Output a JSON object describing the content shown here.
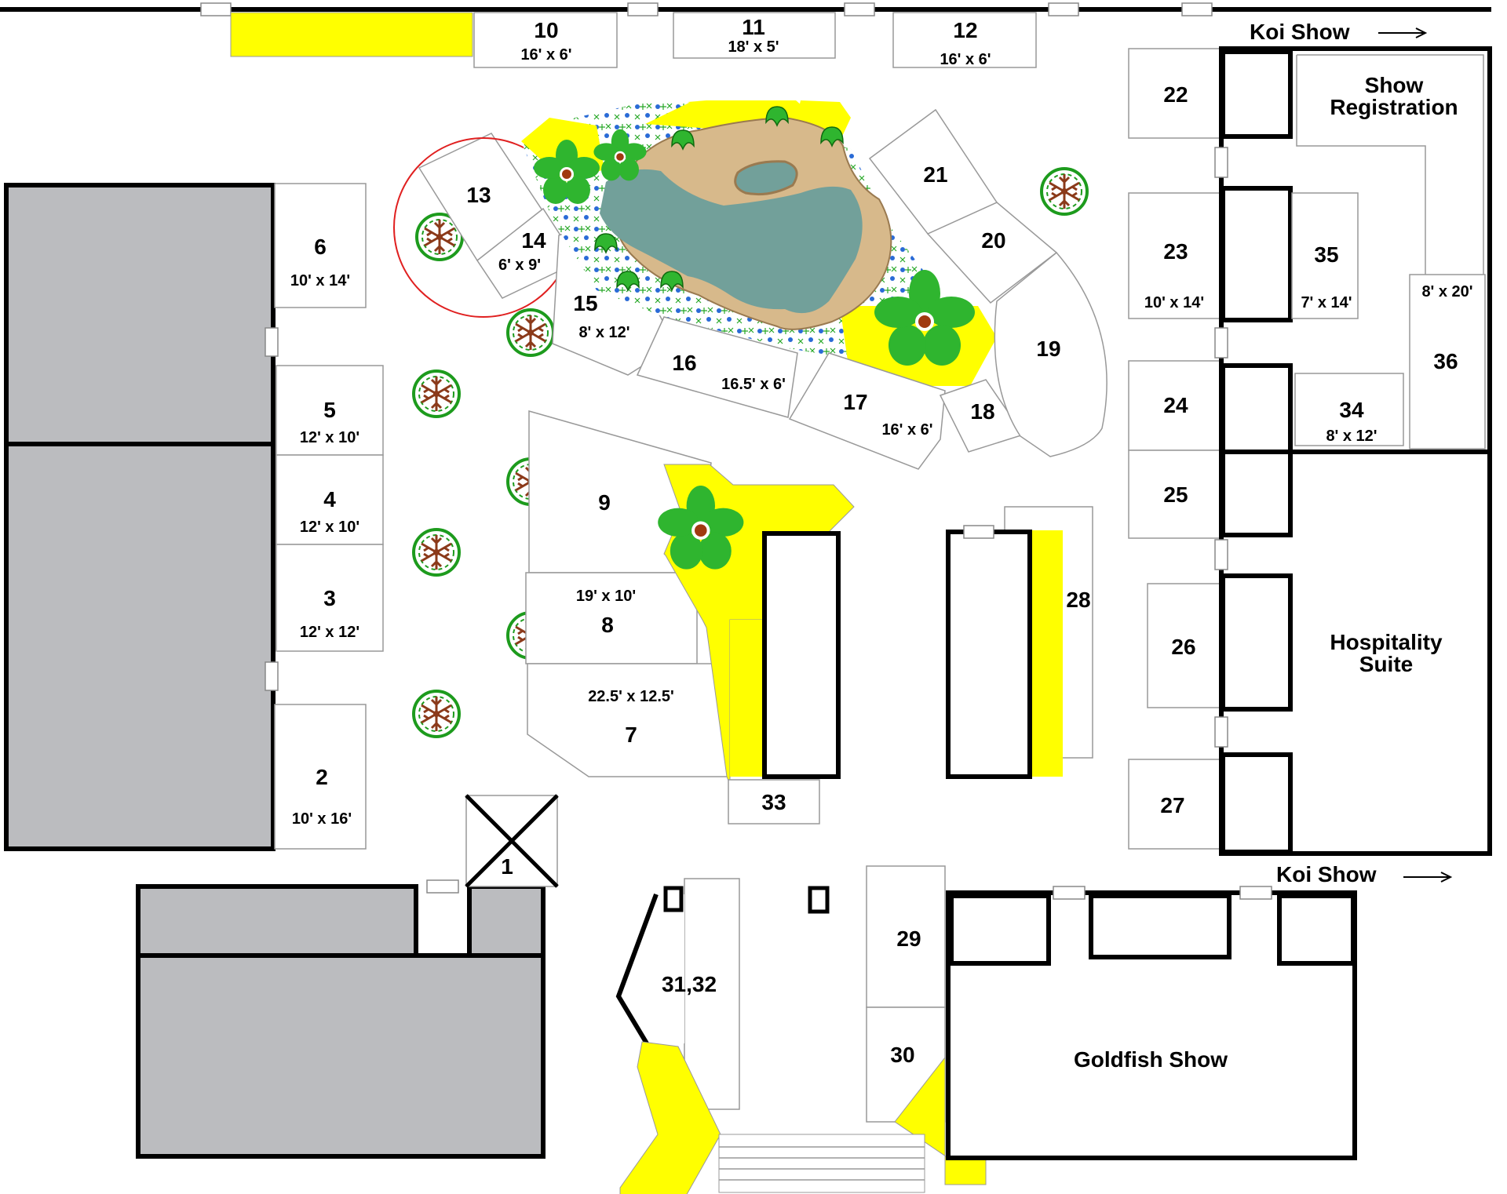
{
  "colors": {
    "building_gray": "#bbbcbf",
    "yellow": "#ffff00",
    "pond_water": "#72a09a",
    "pond_rock": "#d7b98b",
    "plant_green": "#2fb52f",
    "tree_outline": "#1d9b1d",
    "tree_trunk": "#8b3a1a",
    "red_circle": "#e02020"
  },
  "icons": {
    "tree": "tree-icon",
    "palm": "palm-icon",
    "arrow": "right-arrow-icon",
    "stairs": "stairs-icon",
    "cross": "cross-marker-icon"
  },
  "booths": {
    "b1": {
      "num": "1"
    },
    "b2": {
      "num": "2",
      "dim": "10' x 16'"
    },
    "b3": {
      "num": "3",
      "dim": "12' x 12'"
    },
    "b4": {
      "num": "4",
      "dim": "12' x 10'"
    },
    "b5": {
      "num": "5",
      "dim": "12' x 10'"
    },
    "b6": {
      "num": "6",
      "dim": "10' x 14'"
    },
    "b7": {
      "num": "7",
      "dim": "22.5' x 12.5'"
    },
    "b8": {
      "num": "8",
      "dim": "19' x 10'"
    },
    "b9": {
      "num": "9"
    },
    "b10": {
      "num": "10",
      "dim": "16' x 6'"
    },
    "b11": {
      "num": "11",
      "dim": "18' x 5'"
    },
    "b12": {
      "num": "12",
      "dim": "16' x 6'"
    },
    "b13": {
      "num": "13"
    },
    "b14": {
      "num": "14",
      "dim": "6' x 9'"
    },
    "b15": {
      "num": "15",
      "dim": "8' x 12'"
    },
    "b16": {
      "num": "16",
      "dim": "16.5' x 6'"
    },
    "b17": {
      "num": "17",
      "dim": "16' x 6'"
    },
    "b18": {
      "num": "18"
    },
    "b19": {
      "num": "19"
    },
    "b20": {
      "num": "20"
    },
    "b21": {
      "num": "21"
    },
    "b22": {
      "num": "22"
    },
    "b23": {
      "num": "23",
      "dim": "10' x 14'"
    },
    "b24": {
      "num": "24"
    },
    "b25": {
      "num": "25"
    },
    "b26": {
      "num": "26"
    },
    "b27": {
      "num": "27"
    },
    "b28": {
      "num": "28"
    },
    "b29": {
      "num": "29"
    },
    "b30": {
      "num": "30"
    },
    "b3132": {
      "num": "31,32"
    },
    "b33": {
      "num": "33"
    },
    "b34": {
      "num": "34",
      "dim": "8' x 12'"
    },
    "b35": {
      "num": "35",
      "dim": "7' x 14'"
    },
    "b36": {
      "num": "36",
      "dim": "8' x 20'"
    }
  },
  "rooms": {
    "show_registration": {
      "line1": "Show",
      "line2": "Registration"
    },
    "hospitality_suite": {
      "line1": "Hospitality",
      "line2": "Suite"
    },
    "goldfish_show": "Goldfish Show",
    "koi_show_top": "Koi Show",
    "koi_show_bottom": "Koi Show"
  }
}
